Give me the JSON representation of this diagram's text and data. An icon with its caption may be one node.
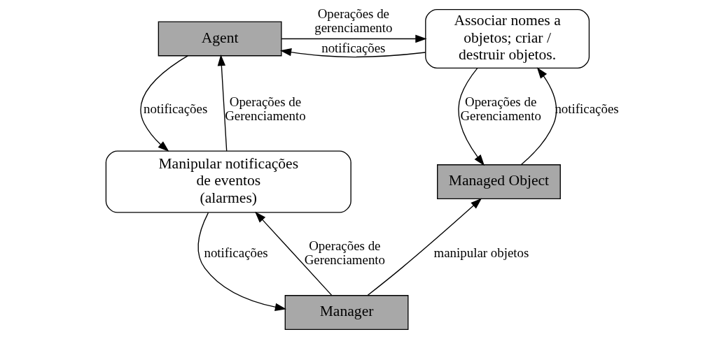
{
  "diagram": {
    "nodes": [
      {
        "text": [
          "Agent"
        ]
      },
      {
        "text": [
          "Associar nomes a objetos; criar / destruir objetos."
        ]
      },
      {
        "text": [
          "Manipular notificações de eventos (alarmes)"
        ]
      },
      {
        "text": [
          "Managed Object"
        ]
      },
      {
        "text": [
          "Manager"
        ]
      }
    ],
    "edges": [
      {
        "from": 0,
        "to": 1,
        "arrow": "to",
        "label": "Operações de gerenciamento"
      },
      {
        "from": 1,
        "to": 0,
        "arrow": "to",
        "label": "notificações"
      },
      {
        "from": 2,
        "to": 0,
        "arrow": "to",
        "label": "Operações de Gerenciamento"
      },
      {
        "from": 0,
        "to": 2,
        "arrow": "to",
        "label": "notificações"
      },
      {
        "from": 4,
        "to": 2,
        "arrow": "to",
        "label": "Operações de Gerenciamento"
      },
      {
        "from": 2,
        "to": 4,
        "arrow": "to",
        "label": "notificações"
      },
      {
        "from": 1,
        "to": 3,
        "arrow": "to",
        "label": "Operações de Gerenciamento"
      },
      {
        "from": 3,
        "to": 1,
        "arrow": "to",
        "label": "notificações"
      },
      {
        "from": 4,
        "to": 3,
        "arrow": "to",
        "label": "manipular objetos"
      }
    ]
  }
}
